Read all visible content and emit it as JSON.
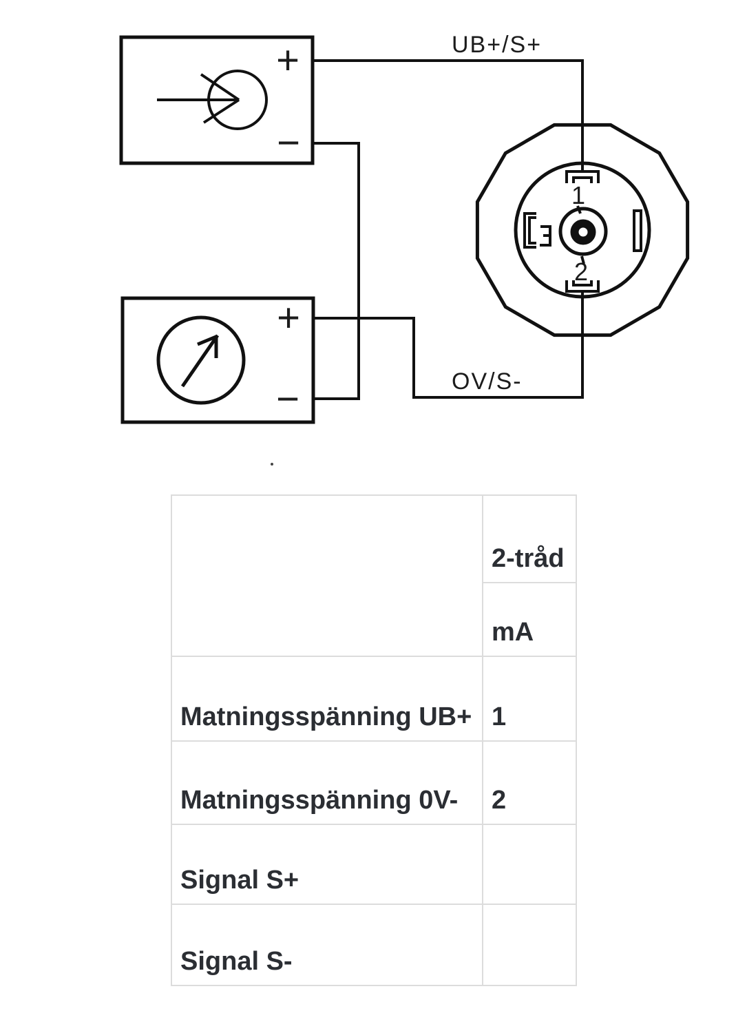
{
  "diagram": {
    "wire_labels": {
      "top": "UB+/S+",
      "bottom": "OV/S-"
    },
    "connector": {
      "pin1": "1",
      "pin2": "2"
    },
    "power_supply": {
      "plus": "+",
      "minus": "−"
    },
    "ammeter": {
      "plus": "+",
      "minus": "−"
    }
  },
  "table": {
    "header": {
      "unit_top": "2-tråd",
      "unit_bottom": "mA"
    },
    "rows": [
      {
        "label": "Matningsspänning UB+",
        "value": "1"
      },
      {
        "label": "Matningsspänning 0V-",
        "value": "2"
      },
      {
        "label": "Signal S+",
        "value": ""
      },
      {
        "label": "Signal S-",
        "value": ""
      }
    ]
  },
  "colors": {
    "line": "#111111",
    "table_border": "#dcdcdc",
    "table_text": "#2b2e33"
  }
}
